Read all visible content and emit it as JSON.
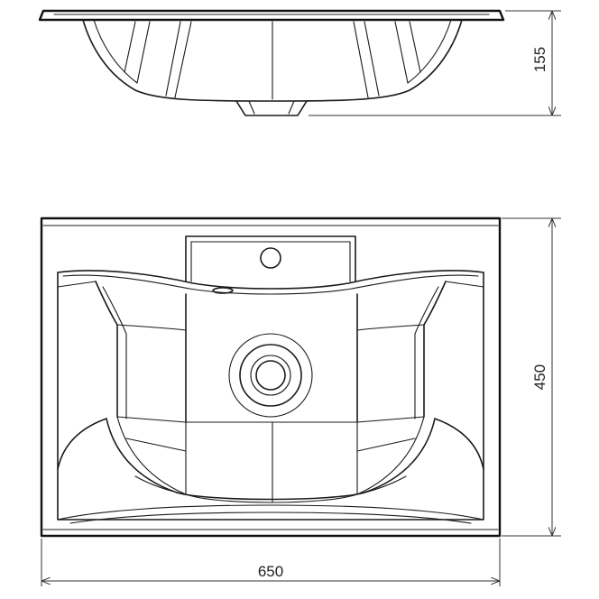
{
  "drawing": {
    "dimensions": {
      "width": "650",
      "depth": "450",
      "height": "155"
    }
  }
}
